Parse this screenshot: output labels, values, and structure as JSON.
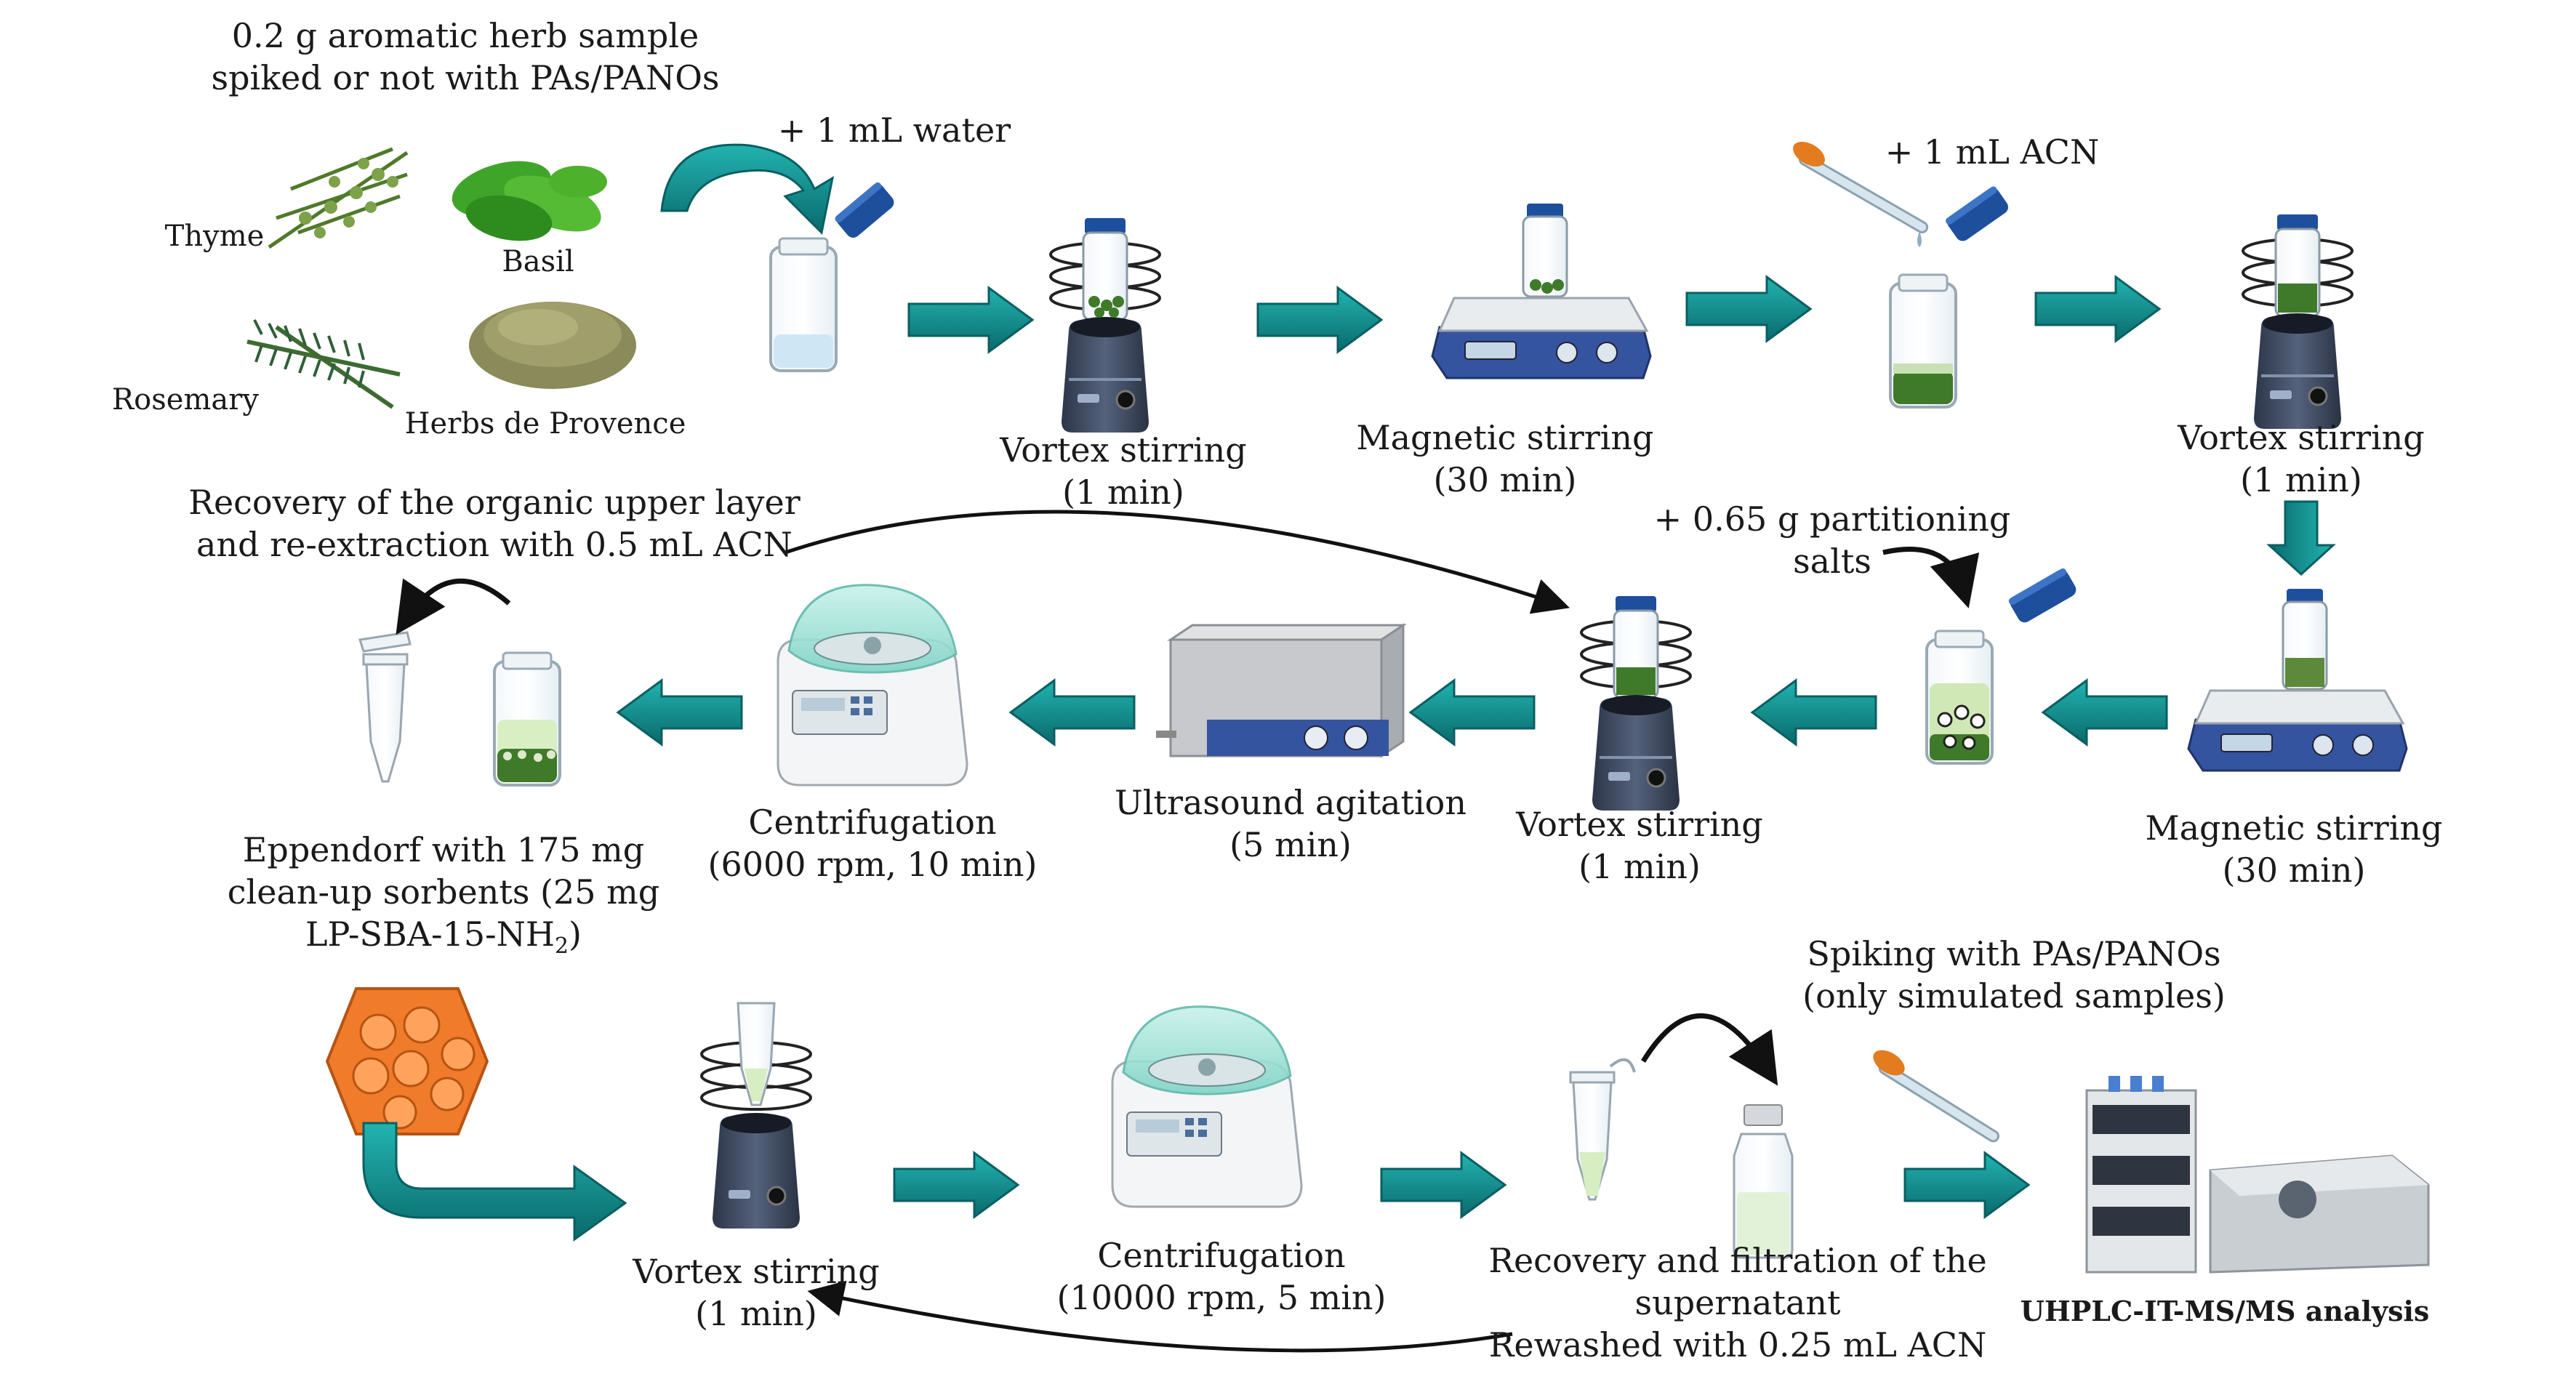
{
  "intro": {
    "line1": "0.2 g aromatic herb sample",
    "line2": "spiked or not with PAs/PANOs"
  },
  "herbs": {
    "thyme": "Thyme",
    "basil": "Basil",
    "rosemary": "Rosemary",
    "provence": "Herbs de Provence"
  },
  "additions": {
    "water": "+ 1 mL water",
    "acn": "+ 1 mL ACN",
    "salts_line1": "+ 0.65 g partitioning",
    "salts_line2": "salts"
  },
  "steps": {
    "vortex1": {
      "title": "Vortex stirring",
      "detail": "(1 min)"
    },
    "magnetic1": {
      "title": "Magnetic stirring",
      "detail": "(30 min)"
    },
    "vortex2": {
      "title": "Vortex stirring",
      "detail": "(1 min)"
    },
    "magnetic2": {
      "title": "Magnetic stirring",
      "detail": "(30 min)"
    },
    "vortex3": {
      "title": "Vortex stirring",
      "detail": "(1 min)"
    },
    "ultrasound": {
      "title": "Ultrasound agitation",
      "detail": "(5 min)"
    },
    "centrifugation1": {
      "title": "Centrifugation",
      "detail": "(6000 rpm, 10 min)"
    },
    "recovery": {
      "line1": "Recovery of the organic upper layer",
      "line2": "and re-extraction with 0.5 mL ACN"
    },
    "eppendorf": {
      "line1": "Eppendorf with 175 mg",
      "line2": "clean-up sorbents (25 mg",
      "line3": "LP-SBA-15-NH",
      "line3_sub": "2",
      "line3_end": ")"
    },
    "vortex4": {
      "title": "Vortex stirring",
      "detail": "(1 min)"
    },
    "centrifugation2": {
      "title": "Centrifugation",
      "detail": "(10000 rpm, 5 min)"
    },
    "filtration": {
      "line1": "Recovery and filtration of the",
      "line2": "supernatant",
      "line3": "Rewashed with 0.25 mL ACN"
    },
    "spiking": {
      "line1": "Spiking with PAs/PANOs",
      "line2": "(only simulated samples)"
    },
    "analysis": "UHPLC-IT-MS/MS analysis"
  },
  "colors": {
    "arrow_teal": "#0f8b8d",
    "arrow_teal_dark": "#0a5f62",
    "vortex_body": "#3a4660",
    "stirrer_blue": "#3554a0",
    "extract_green": "#3f7a2a",
    "water_blue": "#cfe6f5",
    "cap_blue": "#1e4f9c",
    "sorbent_orange": "#f07b2a"
  }
}
